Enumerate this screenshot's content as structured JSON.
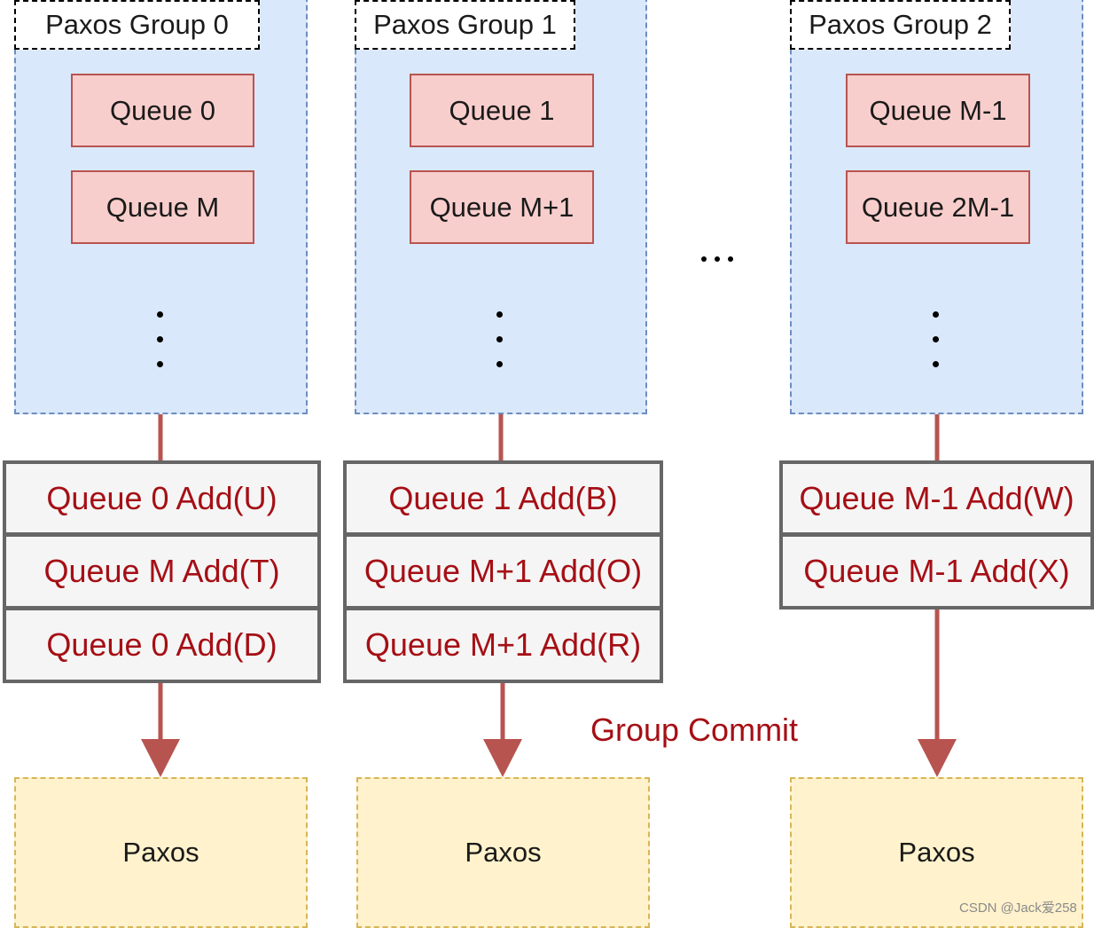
{
  "groups": [
    {
      "title": "Paxos Group 0",
      "queues": [
        "Queue 0",
        "Queue M"
      ],
      "operations": [
        "Queue 0 Add(U)",
        "Queue M Add(T)",
        "Queue 0 Add(D)"
      ],
      "target": "Paxos"
    },
    {
      "title": "Paxos Group 1",
      "queues": [
        "Queue 1",
        "Queue M+1"
      ],
      "operations": [
        "Queue 1 Add(B)",
        "Queue M+1 Add(O)",
        "Queue M+1 Add(R)"
      ],
      "target": "Paxos"
    },
    {
      "title": "Paxos Group 2",
      "queues": [
        "Queue M-1",
        "Queue 2M-1"
      ],
      "operations": [
        "Queue M-1 Add(W)",
        "Queue M-1 Add(X)"
      ],
      "target": "Paxos"
    }
  ],
  "ellipsis": "...",
  "commit_label": "Group Commit",
  "watermark": "CSDN @Jack爱258",
  "colors": {
    "group_fill": "#dae8fc",
    "group_border": "#6c8ebf",
    "queue_fill": "#f8cecc",
    "queue_border": "#b85450",
    "operation_fill": "#f5f5f5",
    "operation_border": "#666666",
    "operation_text": "#a50f15",
    "paxos_fill": "#fff2cc",
    "paxos_border": "#d6b656",
    "arrow": "#b85450"
  }
}
